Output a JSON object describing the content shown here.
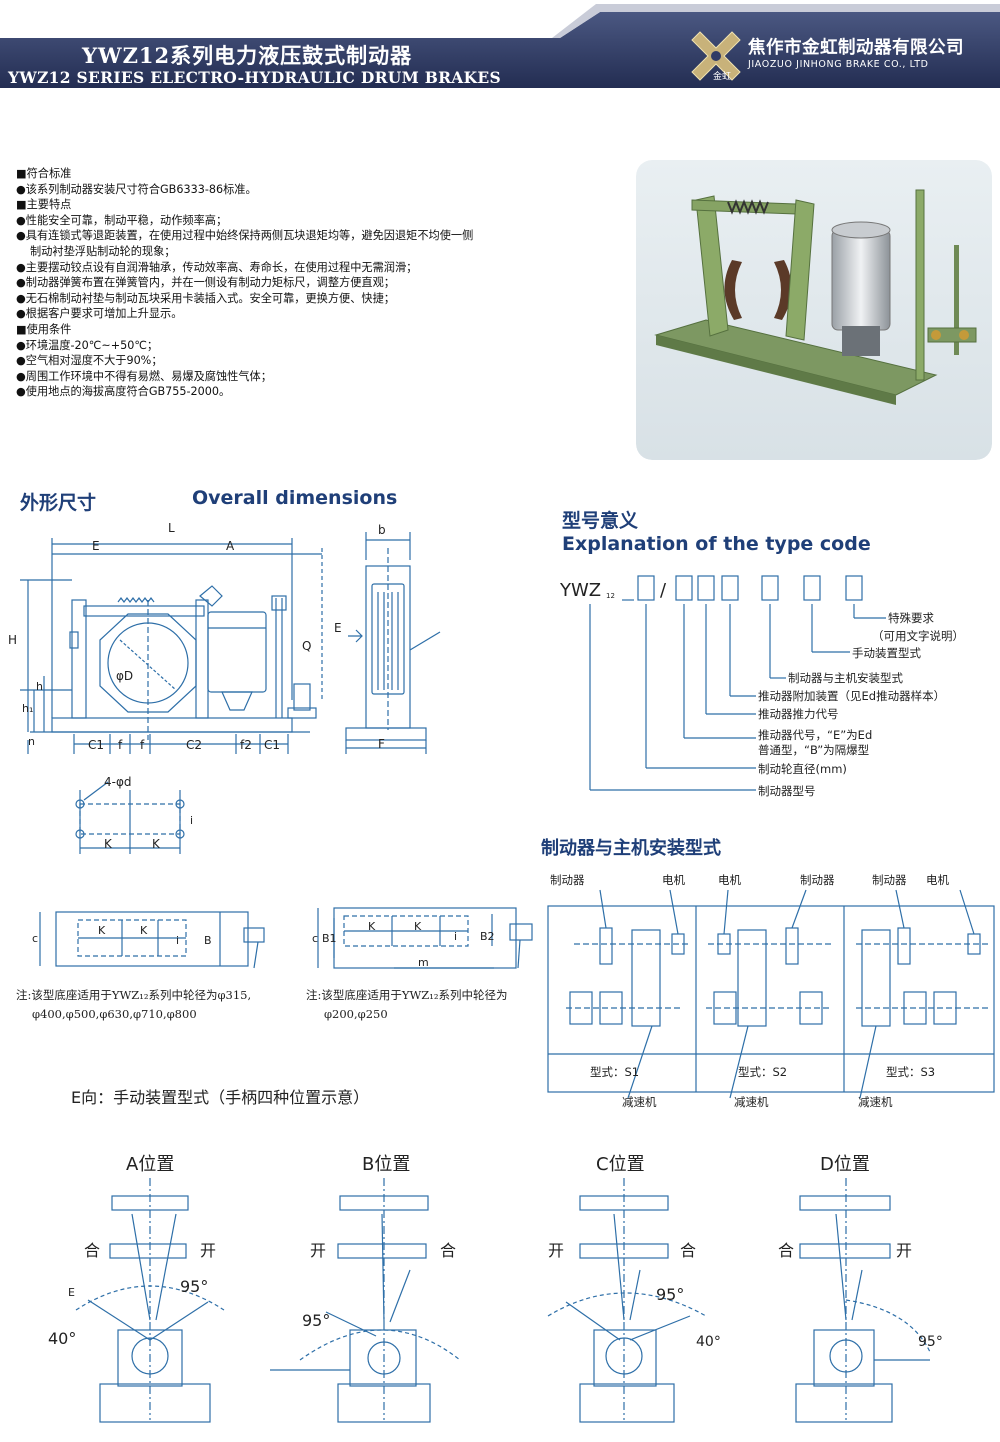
{
  "header": {
    "title_cn": "YWZ12系列电力液压鼓式制动器",
    "title_en": "YWZ12 SERIES ELECTRO-HYDRAULIC DRUM BRAKES",
    "company_cn": "焦作市金虹制动器有限公司",
    "company_en": "JIAOZUO JINHONG BRAKE CO., LTD",
    "logo_text": "金虹"
  },
  "features": [
    "■符合标准",
    "●该系列制动器安装尺寸符合GB6333-86标准。",
    "■主要特点",
    "●性能安全可靠，制动平稳，动作频率高；",
    "●具有连锁式等退距装置，在使用过程中始终保持两侧瓦块退矩均等，避免因退矩不均使一侧",
    "制动衬垫浮贴制动轮的现象；",
    "●主要摆动铰点设有自润滑轴承，传动效率高、寿命长，在使用过程中无需润滑；",
    "●制动器弹簧布置在弹簧管内，并在一侧设有制动力矩标尺，调整方便直观；",
    "●无石棉制动衬垫与制动瓦块采用卡装插入式。安全可靠，更换方便、快捷；",
    "●根据客户要求可增加上升显示。",
    "■使用条件",
    "●环境温度-20℃~+50℃；",
    "●空气相对湿度不大于90%；",
    "●周围工作环境中不得有易燃、易爆及腐蚀性气体；",
    "●使用地点的海拔高度符合GB755-2000。"
  ],
  "dimensions": {
    "title_cn": "外形尺寸",
    "title_en": "Overall dimensions",
    "labels": {
      "L": "L",
      "E": "E",
      "A": "A",
      "b": "b",
      "H": "H",
      "h1": "h₁",
      "h": "h",
      "n": "n",
      "Q": "Q",
      "E_arrow": "E",
      "D": "φD",
      "C1": "C1",
      "f": "f",
      "C2": "C2",
      "f2": "f2",
      "F": "F",
      "d4": "4-φd",
      "K": "K",
      "i": "i",
      "c": "c",
      "B": "B",
      "B1": "B1",
      "B2": "B2",
      "m": "m"
    },
    "note1_line1": "注:该型底座适用于YWZ₁₂系列中轮径为φ315,",
    "note1_line2": "φ400,φ500,φ630,φ710,φ800",
    "note2_line1": "注:该型底座适用于YWZ₁₂系列中轮径为",
    "note2_line2": "φ200,φ250"
  },
  "type_code": {
    "title_cn": "型号意义",
    "title_en": "Explanation of the type code",
    "prefix": "YWZ",
    "prefix_sub": "12",
    "sep": "/",
    "items": [
      "特殊要求",
      "（可用文字说明）",
      "手动装置型式",
      "制动器与主机安装型式",
      "推动器附加装置（见Ed推动器样本）",
      "推动器推力代号",
      "推动器代号，“E”为Ed",
      "普通型，“B”为隔爆型",
      "制动轮直径(mm)",
      "制动器型号"
    ]
  },
  "mounting": {
    "title": "制动器与主机安装型式",
    "labels": [
      "制动器",
      "电机",
      "电机",
      "制动器",
      "制动器",
      "电机"
    ],
    "types": [
      "型式：S1",
      "型式：S2",
      "型式：S3"
    ],
    "reducer": "减速机"
  },
  "manual": {
    "title": "E向：手动装置型式（手柄四种位置示意）",
    "positions": [
      "A位置",
      "B位置",
      "C位置",
      "D位置"
    ],
    "he": "合",
    "kai": "开",
    "angle_95": "95°",
    "angle_40": "40°",
    "e_label": "E"
  },
  "colors": {
    "header_bg": "#2f3a66",
    "title_blue": "#1f3f78",
    "drawing_line": "#2e6fa8",
    "brake_green": "#8aa466"
  }
}
